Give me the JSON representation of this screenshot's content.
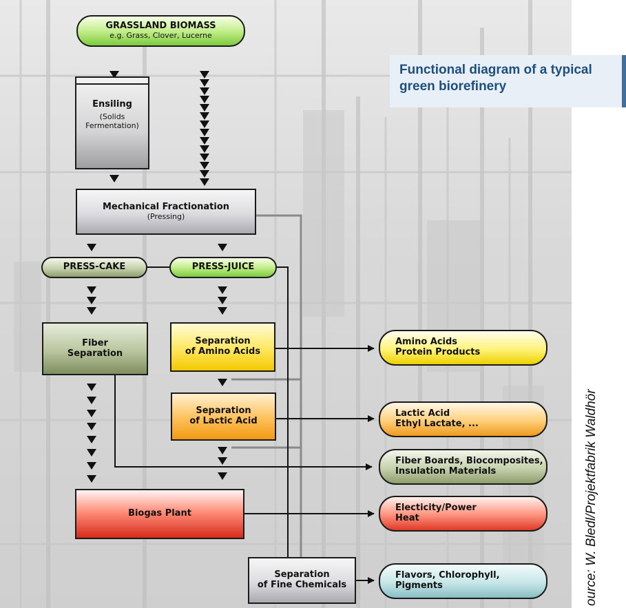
{
  "title": {
    "line1": "Functional diagram of a typical",
    "line2": "green biorefinery"
  },
  "credit": "ource: W. Bledl/Projektfabrik Waldhör",
  "colors": {
    "title_text": "#1d4f7e",
    "title_border": "#3f6f9d",
    "arrow": "#111111",
    "grey_line": "#8a8a8a",
    "yellow": "#f4c900",
    "orange": "#f19a12",
    "red": "#d72a1c",
    "olive": "#8e9d6d",
    "green": "#78c43a",
    "teal": "#86bfc4"
  },
  "nodes": {
    "grassland": {
      "line1": "GRASSLAND BIOMASS",
      "line2": "e.g. Grass, Clover, Lucerne"
    },
    "ensiling": {
      "line1": "Ensiling",
      "line2": "(Solids",
      "line3": "Fermentation)"
    },
    "mechanical": {
      "line1": "Mechanical Fractionation",
      "line2": "(Pressing)"
    },
    "press_cake": "PRESS-CAKE",
    "press_juice": "PRESS-JUICE",
    "fiber_sep": {
      "line1": "Fiber",
      "line2": "Separation"
    },
    "amino_sep": {
      "line1": "Separation",
      "line2": "of Amino Acids"
    },
    "lactic_sep": {
      "line1": "Separation",
      "line2": "of Lactic Acid"
    },
    "biogas": "Biogas Plant",
    "fine_sep": {
      "line1": "Separation",
      "line2": "of Fine Chemicals"
    }
  },
  "products": {
    "amino": {
      "line1": "Amino Acids",
      "line2": "Protein Products"
    },
    "lactic": {
      "line1": "Lactic Acid",
      "line2": "Ethyl Lactate, ..."
    },
    "fiber": {
      "line1": "Fiber Boards, Biocomposites,",
      "line2": "Insulation Materials"
    },
    "electricity": {
      "line1": "Electicity/Power",
      "line2": "Heat"
    },
    "flavors": {
      "line1": "Flavors, Chlorophyll,",
      "line2": "Pigments"
    }
  }
}
